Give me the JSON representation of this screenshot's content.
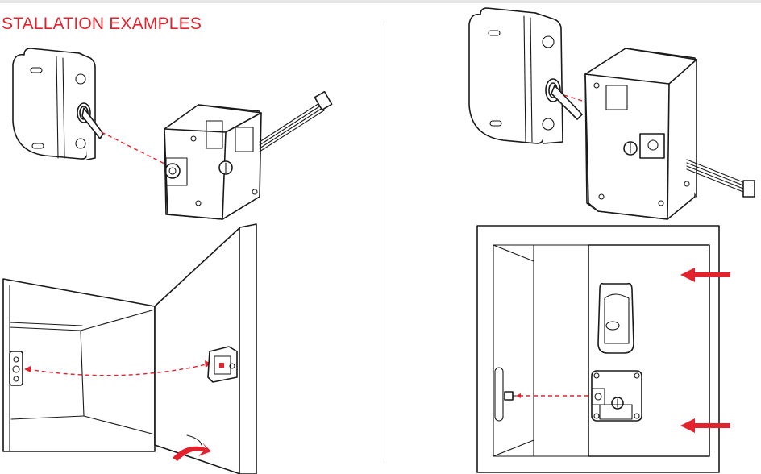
{
  "document": {
    "section_title": "STALLATION EXAMPLES"
  },
  "figures": [
    {
      "name": "lock-exploded-view-left"
    },
    {
      "name": "cabinet-installation-left"
    },
    {
      "name": "lock-exploded-view-right"
    },
    {
      "name": "cabinet-installation-right"
    }
  ],
  "colors": {
    "accent": "#e2222c",
    "line": "#1a1a1a",
    "divider": "#cfcfcf"
  }
}
